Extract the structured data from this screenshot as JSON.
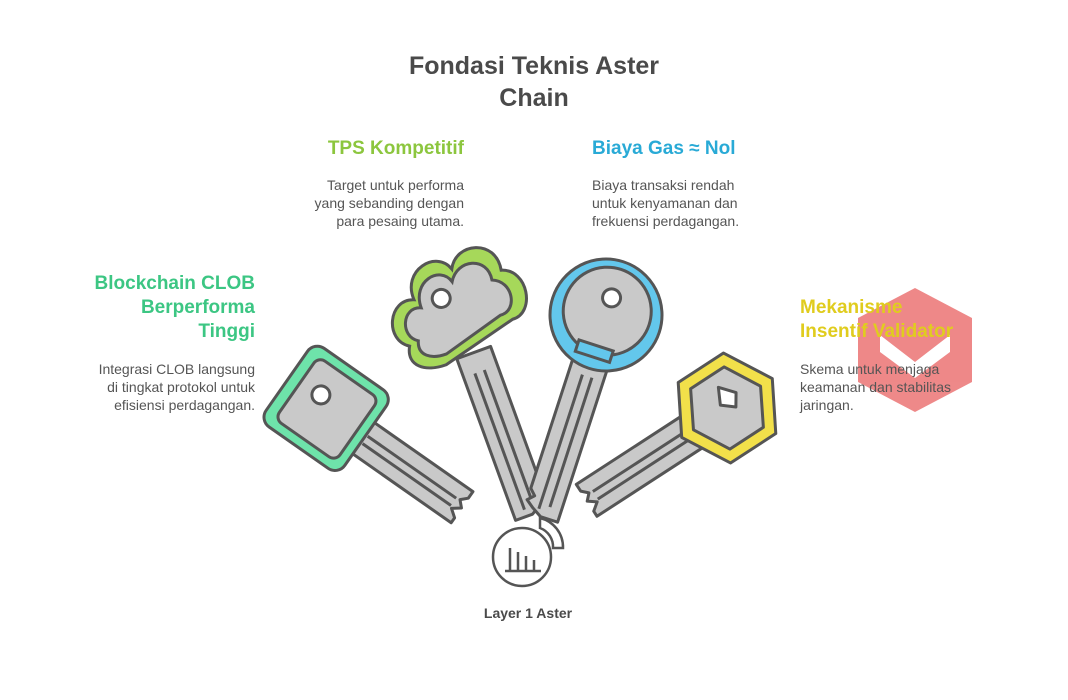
{
  "title_line1": "Fondasi Teknis Aster",
  "title_line2": "Chain",
  "items": [
    {
      "heading": "TPS Kompetitif",
      "color": "#8cc63e",
      "desc": [
        "Target untuk performa",
        "yang sebanding dengan",
        "para pesaing utama."
      ]
    },
    {
      "heading": "Biaya Gas ≈ Nol",
      "color": "#29aad6",
      "desc": [
        "Biaya transaksi rendah",
        "untuk kenyamanan dan",
        "frekuensi perdagangan."
      ]
    },
    {
      "heading": [
        "Blockchain CLOB",
        "Berperforma",
        "Tinggi"
      ],
      "color": "#3cc683",
      "desc": [
        "Integrasi CLOB langsung",
        "di tingkat protokol untuk",
        "efisiensi perdagangan."
      ]
    },
    {
      "heading": [
        "Mekanisme",
        "Insentif Validator"
      ],
      "color": "#e0cc1e",
      "desc": [
        "Skema untuk menjaga",
        "keamanan dan stabilitas",
        "jaringan."
      ]
    }
  ],
  "center_label": "Layer 1 Aster",
  "icons": [
    "key-icon-green",
    "key-icon-lime",
    "key-icon-blue",
    "key-icon-yellow",
    "building-chart-icon",
    "watermark-logo-icon"
  ]
}
